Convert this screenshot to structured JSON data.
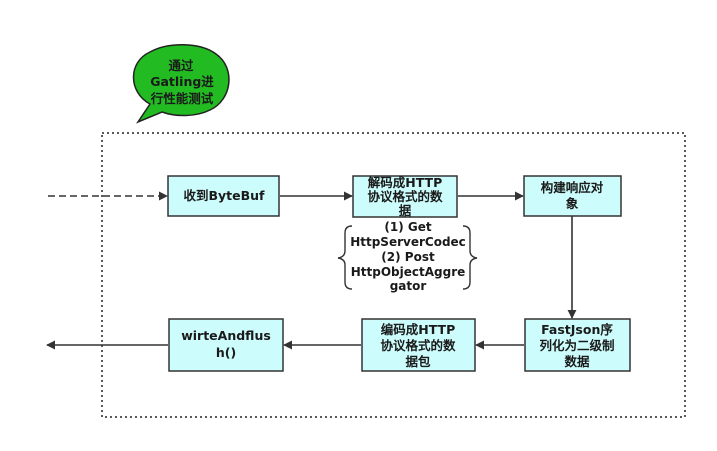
{
  "callout": {
    "lines": [
      "通过",
      "Gatling进",
      "行性能测试"
    ],
    "fill": "#22bb22",
    "stroke": "#222222"
  },
  "node_fill": "#cdfcfc",
  "nodes": {
    "receive": {
      "lines": [
        "收到ByteBuf"
      ]
    },
    "decode": {
      "lines": [
        "解码成HTTP",
        "协议格式的数",
        "据"
      ]
    },
    "build": {
      "lines": [
        "构建响应对",
        "象"
      ]
    },
    "serialize": {
      "lines": [
        "FastJson序",
        "列化为二级制",
        "数据"
      ]
    },
    "encode": {
      "lines": [
        "编码成HTTP",
        "协议格式的数",
        "据包"
      ]
    },
    "write": {
      "lines": [
        "wirteAndflus",
        "h()"
      ]
    }
  },
  "note": {
    "lines": [
      "(1) Get",
      "HttpServerCodec",
      "(2) Post",
      "HttpObjectAggre",
      "gator"
    ]
  }
}
